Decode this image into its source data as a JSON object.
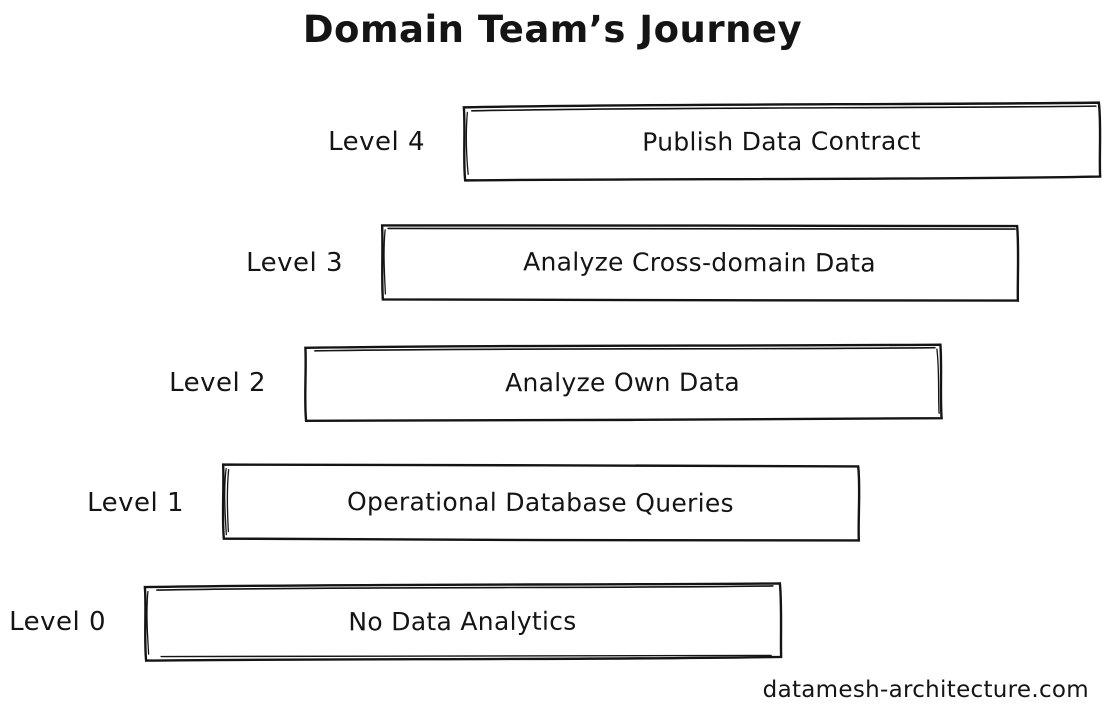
{
  "title": "Domain Team’s Journey",
  "footer": "datamesh-architecture.com",
  "colors": {
    "ink": "#141414",
    "background": "#ffffff"
  },
  "levels": [
    {
      "label": "Level 4",
      "text": "Publish Data Contract"
    },
    {
      "label": "Level 3",
      "text": "Analyze Cross-domain Data"
    },
    {
      "label": "Level 2",
      "text": "Analyze Own Data"
    },
    {
      "label": "Level 1",
      "text": "Operational Database Queries"
    },
    {
      "label": "Level 0",
      "text": "No Data Analytics"
    }
  ]
}
